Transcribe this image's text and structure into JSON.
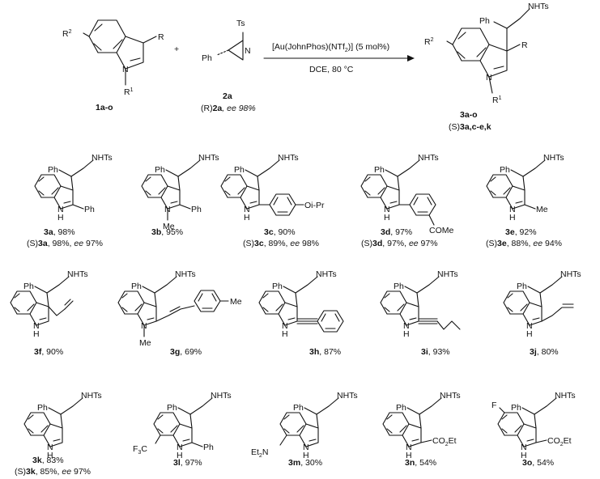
{
  "reaction": {
    "reagent_top": "[Au(JohnPhos)(NTf",
    "reagent_top_sub": "2",
    "reagent_top_end": ")] (5 mol%)",
    "conditions_bottom": "DCE, 80 °C",
    "plus": "+",
    "sm1": {
      "id": "1a-o",
      "R": "R",
      "R1": "R",
      "R1_sup": "1",
      "R2": "R",
      "R2_sup": "2"
    },
    "sm2": {
      "id": "2a",
      "ts": "Ts",
      "n": "N",
      "ph": "Ph",
      "sub_r": "(R)",
      "sub_mid": "2a",
      "sub_end": ", ee 98%"
    },
    "product": {
      "id": "3a-o",
      "sub_s": "(S)",
      "sub_mid": "3a",
      "sub_bold2": ",c-e,k",
      "ph": "Ph",
      "nhts": "NHTs",
      "R": "R",
      "R1": "R",
      "R1_sup": "1",
      "R2": "R",
      "R2_sup": "2"
    }
  },
  "compounds": [
    {
      "id": "3a",
      "yield": ", 98%",
      "ee_prefix": "(S)",
      "ee_id": "3a",
      "ee_text": ", 98%, ",
      "ee_label": "ee",
      "ee_val": " 97%"
    },
    {
      "id": "3b",
      "yield": ", 95%"
    },
    {
      "id": "3c",
      "yield": ", 90%",
      "ee_prefix": "(S)",
      "ee_id": "3c",
      "ee_text": ", 89%, ",
      "ee_label": "ee",
      "ee_val": " 98%"
    },
    {
      "id": "3d",
      "yield": ", 97%",
      "ee_prefix": "(S)",
      "ee_id": "3d",
      "ee_text": ", 97%, ",
      "ee_label": "ee",
      "ee_val": " 97%"
    },
    {
      "id": "3e",
      "yield": ", 92%",
      "ee_prefix": "(S)",
      "ee_id": "3e",
      "ee_text": ", 88%, ",
      "ee_label": "ee",
      "ee_val": " 94%"
    },
    {
      "id": "3f",
      "yield": ", 90%"
    },
    {
      "id": "3g",
      "yield": ", 69%"
    },
    {
      "id": "3h",
      "yield": ", 87%"
    },
    {
      "id": "3i",
      "yield": ", 93%"
    },
    {
      "id": "3j",
      "yield": ", 80%"
    },
    {
      "id": "3k",
      "yield": ", 83%",
      "ee_prefix": "(S)",
      "ee_id": "3k",
      "ee_text": ", 85%, ",
      "ee_label": "ee",
      "ee_val": " 97%"
    },
    {
      "id": "3l",
      "yield": ", 97%"
    },
    {
      "id": "3m",
      "yield": ", 30%"
    },
    {
      "id": "3n",
      "yield": ", 54%"
    },
    {
      "id": "3o",
      "yield": ", 54%"
    }
  ],
  "atom_labels": {
    "ph": "Ph",
    "nhts": "NHTs",
    "nh_n": "N",
    "nh_h": "H",
    "n": "N",
    "me": "Me",
    "oipr": "Oi-Pr",
    "come": "COMe",
    "co2et": "CO",
    "co2et_sub": "2",
    "co2et_end": "Et",
    "f3c": "F",
    "f3c_sub": "3",
    "f3c_end": "C",
    "et2n": "Et",
    "et2n_sub": "2",
    "et2n_end": "N",
    "f": "F"
  }
}
